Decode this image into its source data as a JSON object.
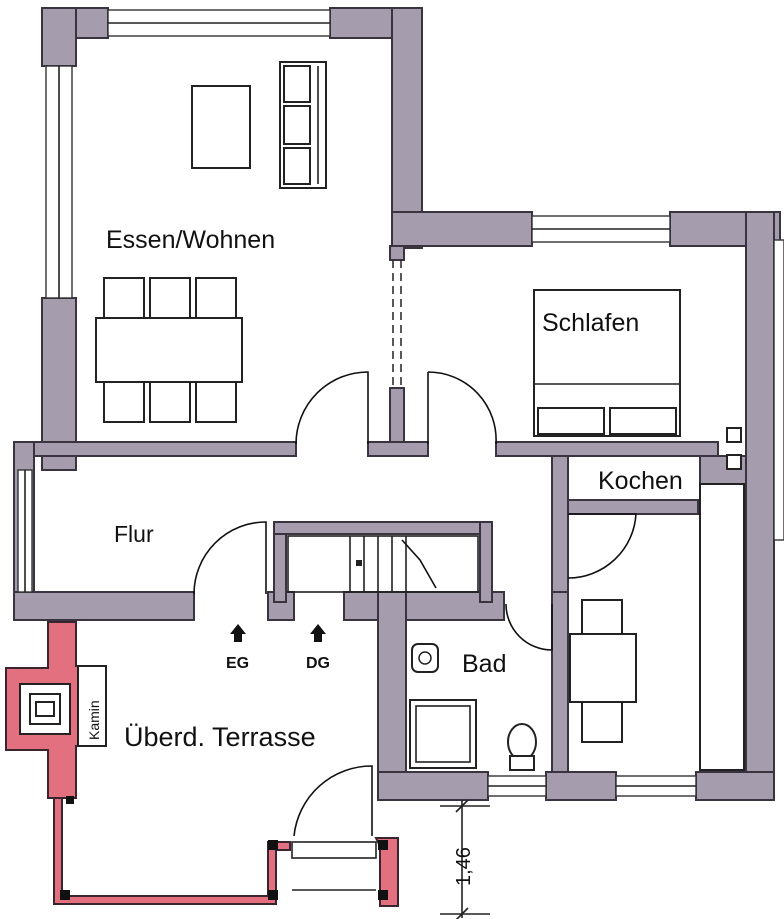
{
  "rooms": {
    "living": "Essen/Wohnen",
    "bedroom": "Schlafen",
    "kitchen": "Kochen",
    "hall": "Flur",
    "bath": "Bad",
    "terrace": "Überd. Terrasse"
  },
  "stairs": {
    "ground_floor": "EG",
    "upper_floor": "DG"
  },
  "chimney_label": "Kamin",
  "dimension_label": "1,46",
  "colors": {
    "wall": "#a59dae",
    "chimney": "#e3707e",
    "background": "#ffffff"
  }
}
